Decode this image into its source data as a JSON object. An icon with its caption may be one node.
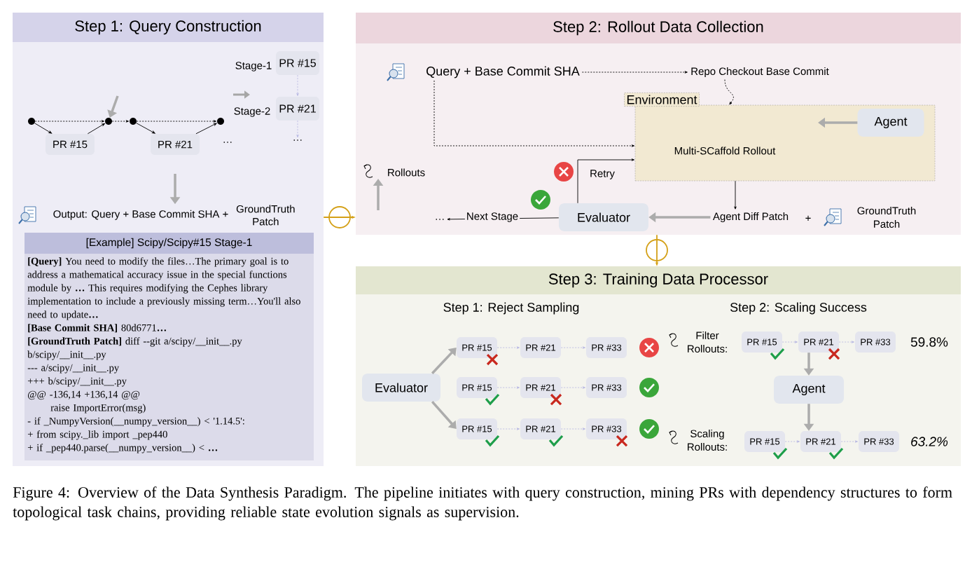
{
  "diagram": {
    "caption": "Figure 4: Overview of the Data Synthesis Paradigm. The pipeline initiates with query construction, mining PRs with dependency structures to form topological task chains, providing reliable state evolution signals as supervision.",
    "nodes": [
      {
        "text": [
          "Step 1: Query Construction"
        ]
      },
      {
        "text": [],
        "shape": "circle",
        "in": 0
      },
      {
        "text": [
          "PR #15"
        ],
        "in": 0
      },
      {
        "text": [],
        "shape": "circle",
        "in": 0
      },
      {
        "text": [],
        "shape": "circle",
        "in": 0
      },
      {
        "text": [
          "PR #21"
        ],
        "in": 0
      },
      {
        "text": [],
        "shape": "circle",
        "in": 0
      },
      {
        "text": [
          "PR #15"
        ],
        "beside": [
          "Stage-1"
        ],
        "in": 0
      },
      {
        "text": [
          "PR #21"
        ],
        "beside": [
          "Stage-2"
        ],
        "in": 0
      },
      {
        "text": [
          "…"
        ],
        "in": 0
      },
      {
        "text": [
          "Output: Query + Base Commit SHA +",
          "GroundTruth Patch"
        ],
        "in": 0
      },
      {
        "text": [
          "[Example] Scipy/Scipy#15 Stage-1",
          "**[Query]** You need to modify the files…The primary goal is to address a mathematical accuracy issue in the special functions module by **…** This requires modifying the Cephes library implementation to include a previously missing term…You'll also need to update**…**",
          "**[Base Commit SHA]** 80d6771**…**",
          "**[GroundTruth Patch]** diff --git a/scipy/__init__.py b/scipy/__init__.py",
          "--- a/scipy/__init__.py",
          "+++ b/scipy/__init__.py",
          "@@ -136,14 +136,14 @@",
          "raise ImportError(msg)",
          "- if _NumpyVersion(__numpy_version__) < '1.14.5':",
          "+ from scipy._lib import _pep440",
          "+ if _pep440.parse(__numpy_version__) < **…**"
        ],
        "in": 0
      },
      {
        "text": [
          "Step 2: Rollout Data Collection"
        ]
      },
      {
        "text": [
          "Query + Base Commit SHA"
        ],
        "in": 12
      },
      {
        "text": [
          "Repo Checkout Base Commit"
        ],
        "in": 12
      },
      {
        "text": [
          "Environment",
          "Multi-SCaffold Rollout"
        ],
        "in": 12
      },
      {
        "text": [
          "Agent"
        ],
        "in": 15
      },
      {
        "text": [
          "Rollouts"
        ],
        "in": 12
      },
      {
        "text": [
          "Evaluator"
        ],
        "in": 12
      },
      {
        "text": [
          "…"
        ],
        "in": 12
      },
      {
        "text": [
          "Agent Diff Patch"
        ],
        "in": 12
      },
      {
        "text": [
          "GroundTruth Patch"
        ],
        "in": 12
      },
      {
        "text": [
          "Step 3: Training Data Processor"
        ]
      },
      {
        "text": [
          "Evaluator"
        ],
        "in": 22
      },
      {
        "text": [
          "PR #15"
        ],
        "in": 22
      },
      {
        "text": [
          "PR #21"
        ],
        "in": 22
      },
      {
        "text": [
          "PR #33"
        ],
        "in": 22
      },
      {
        "text": [
          "PR #15"
        ],
        "in": 22
      },
      {
        "text": [
          "PR #21"
        ],
        "in": 22
      },
      {
        "text": [
          "PR #33"
        ],
        "in": 22
      },
      {
        "text": [
          "PR #15"
        ],
        "in": 22
      },
      {
        "text": [
          "PR #21"
        ],
        "in": 22
      },
      {
        "text": [
          "PR #33"
        ],
        "in": 22
      },
      {
        "text": [
          "PR #15"
        ],
        "in": 22
      },
      {
        "text": [
          "PR #21"
        ],
        "in": 22
      },
      {
        "text": [
          "PR #33"
        ],
        "beside": [
          "59.8%"
        ],
        "in": 22
      },
      {
        "text": [
          "Agent"
        ],
        "in": 22
      },
      {
        "text": [
          "PR #15"
        ],
        "in": 22
      },
      {
        "text": [
          "PR #21"
        ],
        "in": 22
      },
      {
        "text": [
          "PR #33"
        ],
        "beside": [
          "63.2%"
        ],
        "in": 22
      }
    ],
    "edges": [
      {
        "from": 1,
        "to": 2,
        "arrow": "to",
        "color": "#000000"
      },
      {
        "from": 2,
        "to": 3,
        "arrow": "to",
        "color": "#000000"
      },
      {
        "from": 4,
        "to": 5,
        "arrow": "to",
        "color": "#000000"
      },
      {
        "from": 5,
        "to": 6,
        "arrow": "to",
        "color": "#000000"
      },
      {
        "from": 1,
        "to": 3,
        "arrow": "to",
        "style": "dashed",
        "color": "#000000"
      },
      {
        "from": 3,
        "to": 4,
        "arrow": "to",
        "style": "dashed",
        "color": "#000000"
      },
      {
        "from": 4,
        "to": 6,
        "arrow": "to",
        "style": "dashed",
        "color": "#000000"
      },
      {
        "from": null,
        "to": 3,
        "arrow": "to",
        "style": "thick",
        "color": "#acacac"
      },
      {
        "from": 7,
        "to": 8,
        "arrow": "to",
        "style": "dashed",
        "color": "#b9b9e2"
      },
      {
        "from": 8,
        "to": 9,
        "arrow": "to",
        "style": "dashed",
        "color": "#b9b9e2"
      },
      {
        "from": null,
        "to": 10,
        "arrow": "to",
        "style": "thick",
        "color": "#acacac"
      },
      {
        "from": 0,
        "to": 12,
        "arrow": "to",
        "color": "#d4a017"
      },
      {
        "from": 13,
        "to": 14,
        "arrow": "to",
        "style": "dashed",
        "color": "#000000"
      },
      {
        "from": 13,
        "to": 15,
        "arrow": "to",
        "style": "dashed",
        "color": "#000000"
      },
      {
        "from": 14,
        "to": 15,
        "arrow": "to",
        "style": "dashed",
        "color": "#000000"
      },
      {
        "from": 16,
        "to": null,
        "arrow": "to",
        "style": "thick",
        "color": "#acacac"
      },
      {
        "from": 18,
        "to": 15,
        "arrow": "to",
        "label": "Retry",
        "color": "#000000"
      },
      {
        "from": 18,
        "to": 19,
        "arrow": "to",
        "label": "Next Stage",
        "color": "#000000"
      },
      {
        "from": null,
        "to": 17,
        "arrow": "to",
        "style": "thick",
        "color": "#acacac"
      },
      {
        "from": 15,
        "to": 20,
        "arrow": "to",
        "color": "#000000"
      },
      {
        "from": 20,
        "to": 18,
        "arrow": "to",
        "style": "thick",
        "color": "#acacac"
      },
      {
        "from": 12,
        "to": 22,
        "arrow": "to",
        "color": "#d4a017"
      },
      {
        "from": 23,
        "to": 24,
        "arrow": "to",
        "style": "thick",
        "color": "#acacac"
      },
      {
        "from": 23,
        "to": 30,
        "arrow": "to",
        "style": "thick",
        "color": "#acacac"
      },
      {
        "from": 24,
        "to": 25,
        "arrow": "to",
        "style": "dashed",
        "color": "#b9b9e2"
      },
      {
        "from": 25,
        "to": 26,
        "arrow": "to",
        "style": "dashed",
        "color": "#b9b9e2"
      },
      {
        "from": 27,
        "to": 28,
        "arrow": "to",
        "style": "dashed",
        "color": "#b9b9e2"
      },
      {
        "from": 28,
        "to": 29,
        "arrow": "to",
        "style": "dashed",
        "color": "#b9b9e2"
      },
      {
        "from": 30,
        "to": 31,
        "arrow": "to",
        "style": "dashed",
        "color": "#b9b9e2"
      },
      {
        "from": 31,
        "to": 32,
        "arrow": "to",
        "style": "dashed",
        "color": "#b9b9e2"
      },
      {
        "from": 33,
        "to": 34,
        "arrow": "to",
        "style": "dashed",
        "color": "#b9b9e2"
      },
      {
        "from": 34,
        "to": 35,
        "arrow": "to",
        "style": "dashed",
        "color": "#b9b9e2"
      },
      {
        "from": 34,
        "to": 36,
        "arrow": "to",
        "style": "thick",
        "color": "#acacac"
      },
      {
        "from": 36,
        "to": 38,
        "arrow": "to",
        "style": "thick",
        "color": "#acacac"
      },
      {
        "from": 37,
        "to": 38,
        "arrow": "to",
        "style": "dashed",
        "color": "#b9b9e2"
      },
      {
        "from": 38,
        "to": 39,
        "arrow": "to",
        "style": "dashed",
        "color": "#b9b9e2"
      }
    ],
    "labels": [
      "…",
      "+",
      "Step 1: Reject Sampling",
      "Step 2: Scaling Success",
      "Filter Rollouts:",
      "Scaling Rollouts:"
    ]
  }
}
